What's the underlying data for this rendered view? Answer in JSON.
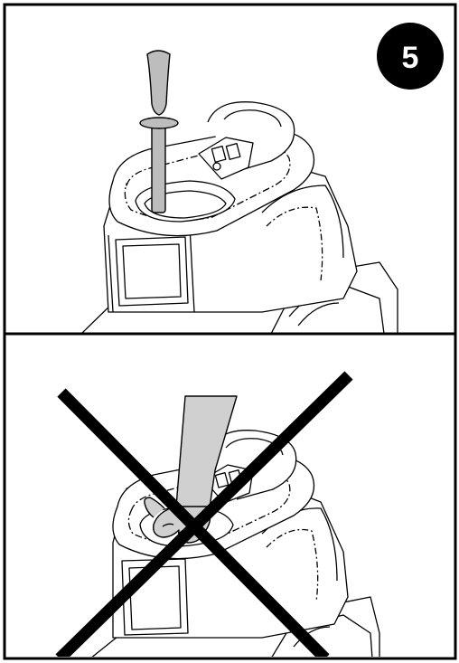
{
  "step": {
    "number": "5",
    "badge_color": "#000000"
  },
  "panels": [
    {
      "kind": "correct",
      "content": "pusher-tool-in-feed-chute"
    },
    {
      "kind": "incorrect",
      "content": "hand-in-feed-chute",
      "marker": "cross-out"
    }
  ],
  "colors": {
    "line": "#000000",
    "tool_fill": "#bdbdbd",
    "arm_fill": "#d0d0d0",
    "background": "#ffffff"
  }
}
